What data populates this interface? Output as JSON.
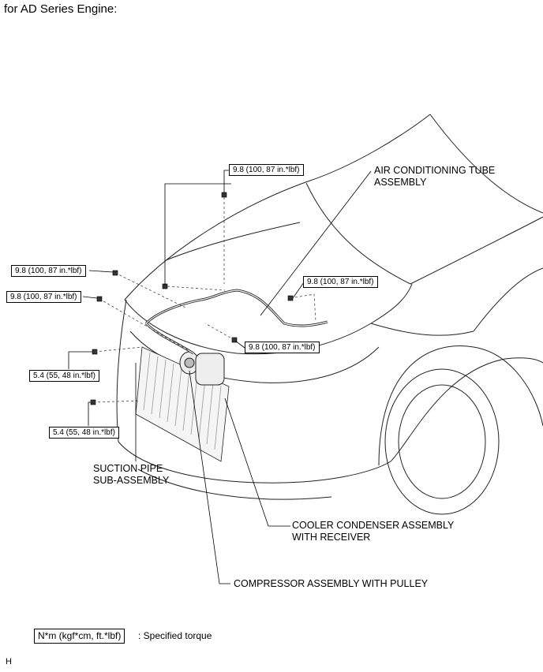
{
  "header": {
    "text": "for AD Series Engine:"
  },
  "callouts": {
    "air_conditioning_tube": [
      "AIR CONDITIONING TUBE",
      "ASSEMBLY"
    ],
    "suction_pipe": [
      "SUCTION PIPE",
      "SUB-ASSEMBLY"
    ],
    "cooler_condenser": [
      "COOLER CONDENSER ASSEMBLY",
      "WITH RECEIVER"
    ],
    "compressor": [
      "COMPRESSOR ASSEMBLY WITH PULLEY"
    ]
  },
  "torques": {
    "t1": "9.8 (100, 87 in.*lbf)",
    "t2": "9.8 (100, 87 in.*lbf)",
    "t3": "9.8 (100, 87 in.*lbf)",
    "t4": "9.8 (100, 87 in.*lbf)",
    "t5": "9.8 (100, 87 in.*lbf)",
    "t6": "5.4 (55, 48 in.*lbf)",
    "t7": "5.4 (55, 48 in.*lbf)"
  },
  "legend": {
    "box_text": "N*m (kgf*cm, ft.*lbf)",
    "description": ": Specified torque"
  },
  "figure_id": "H"
}
